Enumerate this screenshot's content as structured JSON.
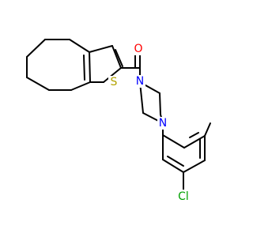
{
  "molecule": {
    "atoms": {
      "oxygen": {
        "symbol": "O",
        "color": "#ff0000"
      },
      "sulfur": {
        "symbol": "S",
        "color": "#b2a200"
      },
      "nitrogen_top": {
        "symbol": "N",
        "color": "#0000ff"
      },
      "nitrogen_bottom": {
        "symbol": "N",
        "color": "#0000ff"
      },
      "chlorine": {
        "symbol": "Cl",
        "color": "#00a000"
      }
    },
    "bond_color": "#000000",
    "background": "#ffffff"
  }
}
